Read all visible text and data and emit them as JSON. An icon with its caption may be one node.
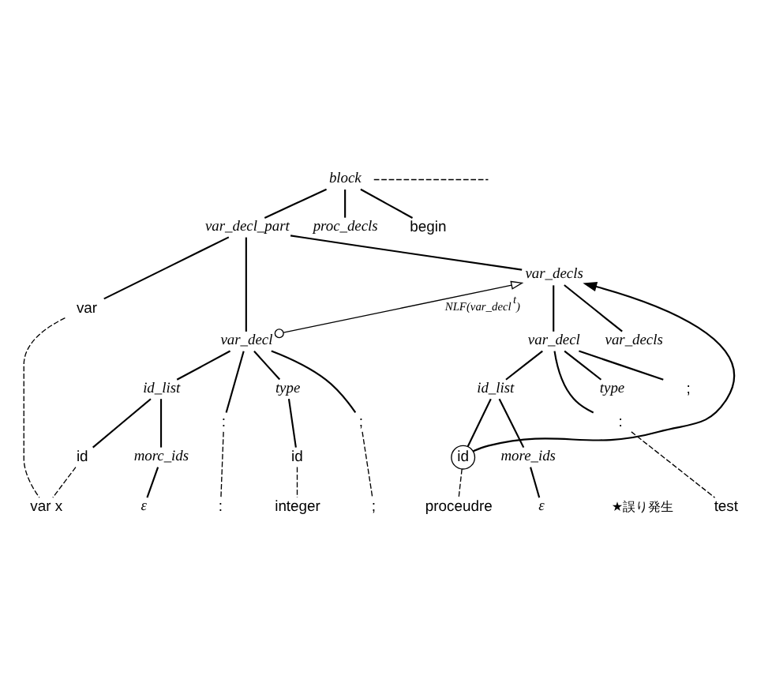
{
  "diagram": {
    "nodes": [
      {
        "text": [
          "block"
        ]
      },
      {
        "text": [
          "var_decl_part"
        ]
      },
      {
        "text": [
          "proc_decls"
        ]
      },
      {
        "text": [
          "begin"
        ]
      },
      {
        "text": [
          "var"
        ]
      },
      {
        "text": [
          "var_decl"
        ]
      },
      {
        "text": [
          "var_decls"
        ]
      },
      {
        "text": [
          "id_list"
        ]
      },
      {
        "text": [
          ":"
        ]
      },
      {
        "text": [
          "type"
        ]
      },
      {
        "text": [
          ";"
        ]
      },
      {
        "text": [
          "var_decl"
        ]
      },
      {
        "text": [
          "var_decls"
        ]
      },
      {
        "text": [
          "morc_ids"
        ]
      },
      {
        "text": [
          "id"
        ]
      },
      {
        "text": [
          "ε"
        ]
      },
      {
        "text": [
          "id"
        ]
      },
      {
        "text": [
          "id_list"
        ]
      },
      {
        "text": [
          ":"
        ]
      },
      {
        "text": [
          "type"
        ]
      },
      {
        "text": [
          ";"
        ]
      },
      {
        "text": [
          "more_ids"
        ]
      },
      {
        "text": [
          "id"
        ]
      },
      {
        "text": [
          "ε"
        ]
      },
      {
        "text": [
          "var x"
        ]
      },
      {
        "text": [
          ":"
        ]
      },
      {
        "text": [
          "integer"
        ]
      },
      {
        "text": [
          ";"
        ]
      },
      {
        "text": [
          "proceudre"
        ]
      },
      {
        "text": [
          "test"
        ]
      }
    ],
    "edges": [
      {
        "from": 0,
        "to": 1,
        "arrow": "none"
      },
      {
        "from": 0,
        "to": 2,
        "arrow": "none"
      },
      {
        "from": 0,
        "to": 3,
        "arrow": "none"
      },
      {
        "from": 0,
        "to": null,
        "arrow": "none",
        "style": "dashed"
      },
      {
        "from": 1,
        "to": 4,
        "arrow": "none"
      },
      {
        "from": 1,
        "to": 5,
        "arrow": "none"
      },
      {
        "from": 1,
        "to": 6,
        "arrow": "none"
      },
      {
        "from": 5,
        "to": 6,
        "arrow": "to",
        "label": "NLF(var_decl$^{t}$)"
      },
      {
        "from": 5,
        "to": 7,
        "arrow": "none"
      },
      {
        "from": 5,
        "to": 8,
        "arrow": "none"
      },
      {
        "from": 5,
        "to": 9,
        "arrow": "none"
      },
      {
        "from": 5,
        "to": 10,
        "arrow": "none"
      },
      {
        "from": 6,
        "to": 11,
        "arrow": "none"
      },
      {
        "from": 6,
        "to": 12,
        "arrow": "none"
      },
      {
        "from": 7,
        "to": 14,
        "arrow": "none"
      },
      {
        "from": 7,
        "to": 13,
        "arrow": "none"
      },
      {
        "from": 13,
        "to": 15,
        "arrow": "none"
      },
      {
        "from": 9,
        "to": 16,
        "arrow": "none"
      },
      {
        "from": 11,
        "to": 17,
        "arrow": "none"
      },
      {
        "from": 11,
        "to": 18,
        "arrow": "none"
      },
      {
        "from": 11,
        "to": 19,
        "arrow": "none"
      },
      {
        "from": 11,
        "to": 20,
        "arrow": "none"
      },
      {
        "from": 17,
        "to": 22,
        "arrow": "none"
      },
      {
        "from": 17,
        "to": 21,
        "arrow": "none"
      },
      {
        "from": 21,
        "to": 23,
        "arrow": "none"
      },
      {
        "from": 22,
        "to": 6,
        "arrow": "to"
      },
      {
        "from": 4,
        "to": 24,
        "arrow": "none",
        "style": "dashed"
      },
      {
        "from": 14,
        "to": 24,
        "arrow": "none",
        "style": "dashed"
      },
      {
        "from": 8,
        "to": 25,
        "arrow": "none",
        "style": "dashed"
      },
      {
        "from": 16,
        "to": 26,
        "arrow": "none",
        "style": "dashed"
      },
      {
        "from": 10,
        "to": 27,
        "arrow": "none",
        "style": "dashed"
      },
      {
        "from": 22,
        "to": 28,
        "arrow": "none",
        "style": "dashed"
      },
      {
        "from": 18,
        "to": 29,
        "arrow": "none",
        "style": "dashed"
      }
    ],
    "labels": [
      "★誤り発生"
    ]
  }
}
